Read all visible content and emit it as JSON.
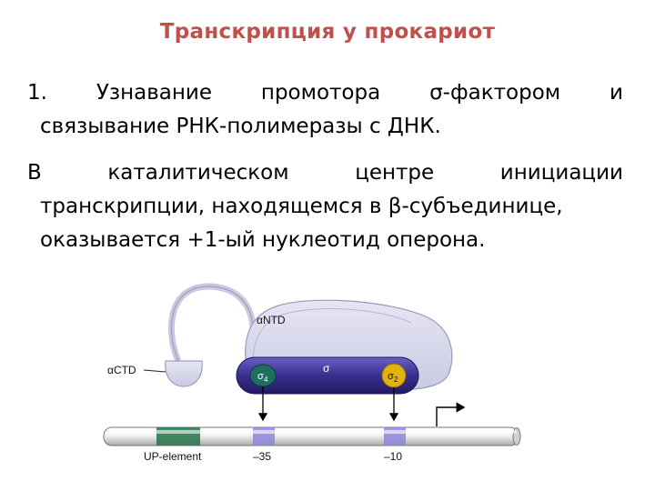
{
  "slide": {
    "title": "Транскрипция у прокариот",
    "p1": {
      "marker": "1.",
      "l1": [
        "Узнавание",
        "промотора",
        "σ-фактором",
        "и"
      ],
      "l2": "связывание РНК-полимеразы с ДНК."
    },
    "p2": {
      "l1": [
        "В",
        "каталитическом",
        "центре",
        "инициации"
      ],
      "l2": "транскрипции, находящемся в β-субъединице,",
      "l3": "оказывается +1-ый нуклеотид оперона."
    }
  },
  "diagram": {
    "labels": {
      "alpha_ntd": "αNTD",
      "alpha_ctd": "αCTD",
      "sigma": "σ",
      "sigma4": "σ",
      "sigma4_sub": "4",
      "sigma2": "σ",
      "sigma2_sub": "2",
      "up_element": "UP-element",
      "minus35": "–35",
      "minus10": "–10"
    },
    "colors": {
      "polymerase": "#dcdcef",
      "sigma": "#3a2f8f",
      "sigma4_domain": "#1f6e5f",
      "sigma2_domain": "#e2b30e",
      "up_element": "#2e7a52",
      "promoter_box": "#8d86d8",
      "dna": "#e9e9e9"
    }
  }
}
